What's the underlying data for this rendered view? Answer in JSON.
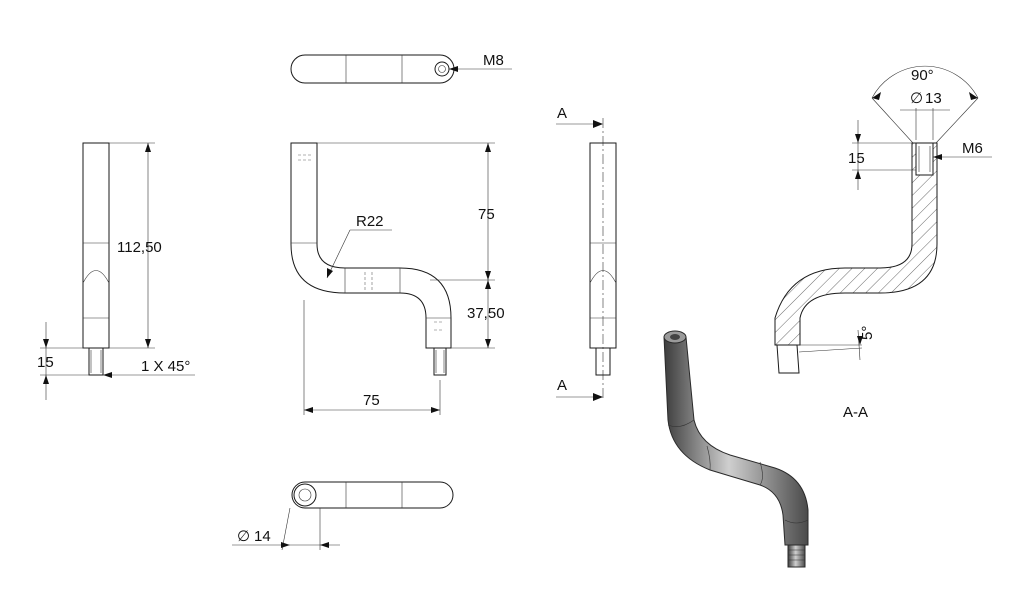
{
  "dimensions": {
    "height_total": "112,50",
    "thread_length_left": "15",
    "chamfer": "1 X 45°",
    "thread_top": "M8",
    "bend_radius": "R22",
    "upper_height": "75",
    "lower_height": "37,50",
    "width": "75",
    "diameter_rod": "14",
    "countersink_angle": "90°",
    "countersink_dia": "13",
    "thread_depth": "15",
    "thread_section": "M6",
    "tilt_angle": "5°"
  },
  "section": {
    "cut_label_top": "A",
    "cut_label_bottom": "A",
    "view_label": "A-A"
  },
  "diameter_symbol": "∅",
  "colors": {
    "line": "#1a1a1a",
    "hatch": "#444444",
    "metal_dark": "#4a4a4a",
    "metal_light": "#bdbdbd"
  }
}
